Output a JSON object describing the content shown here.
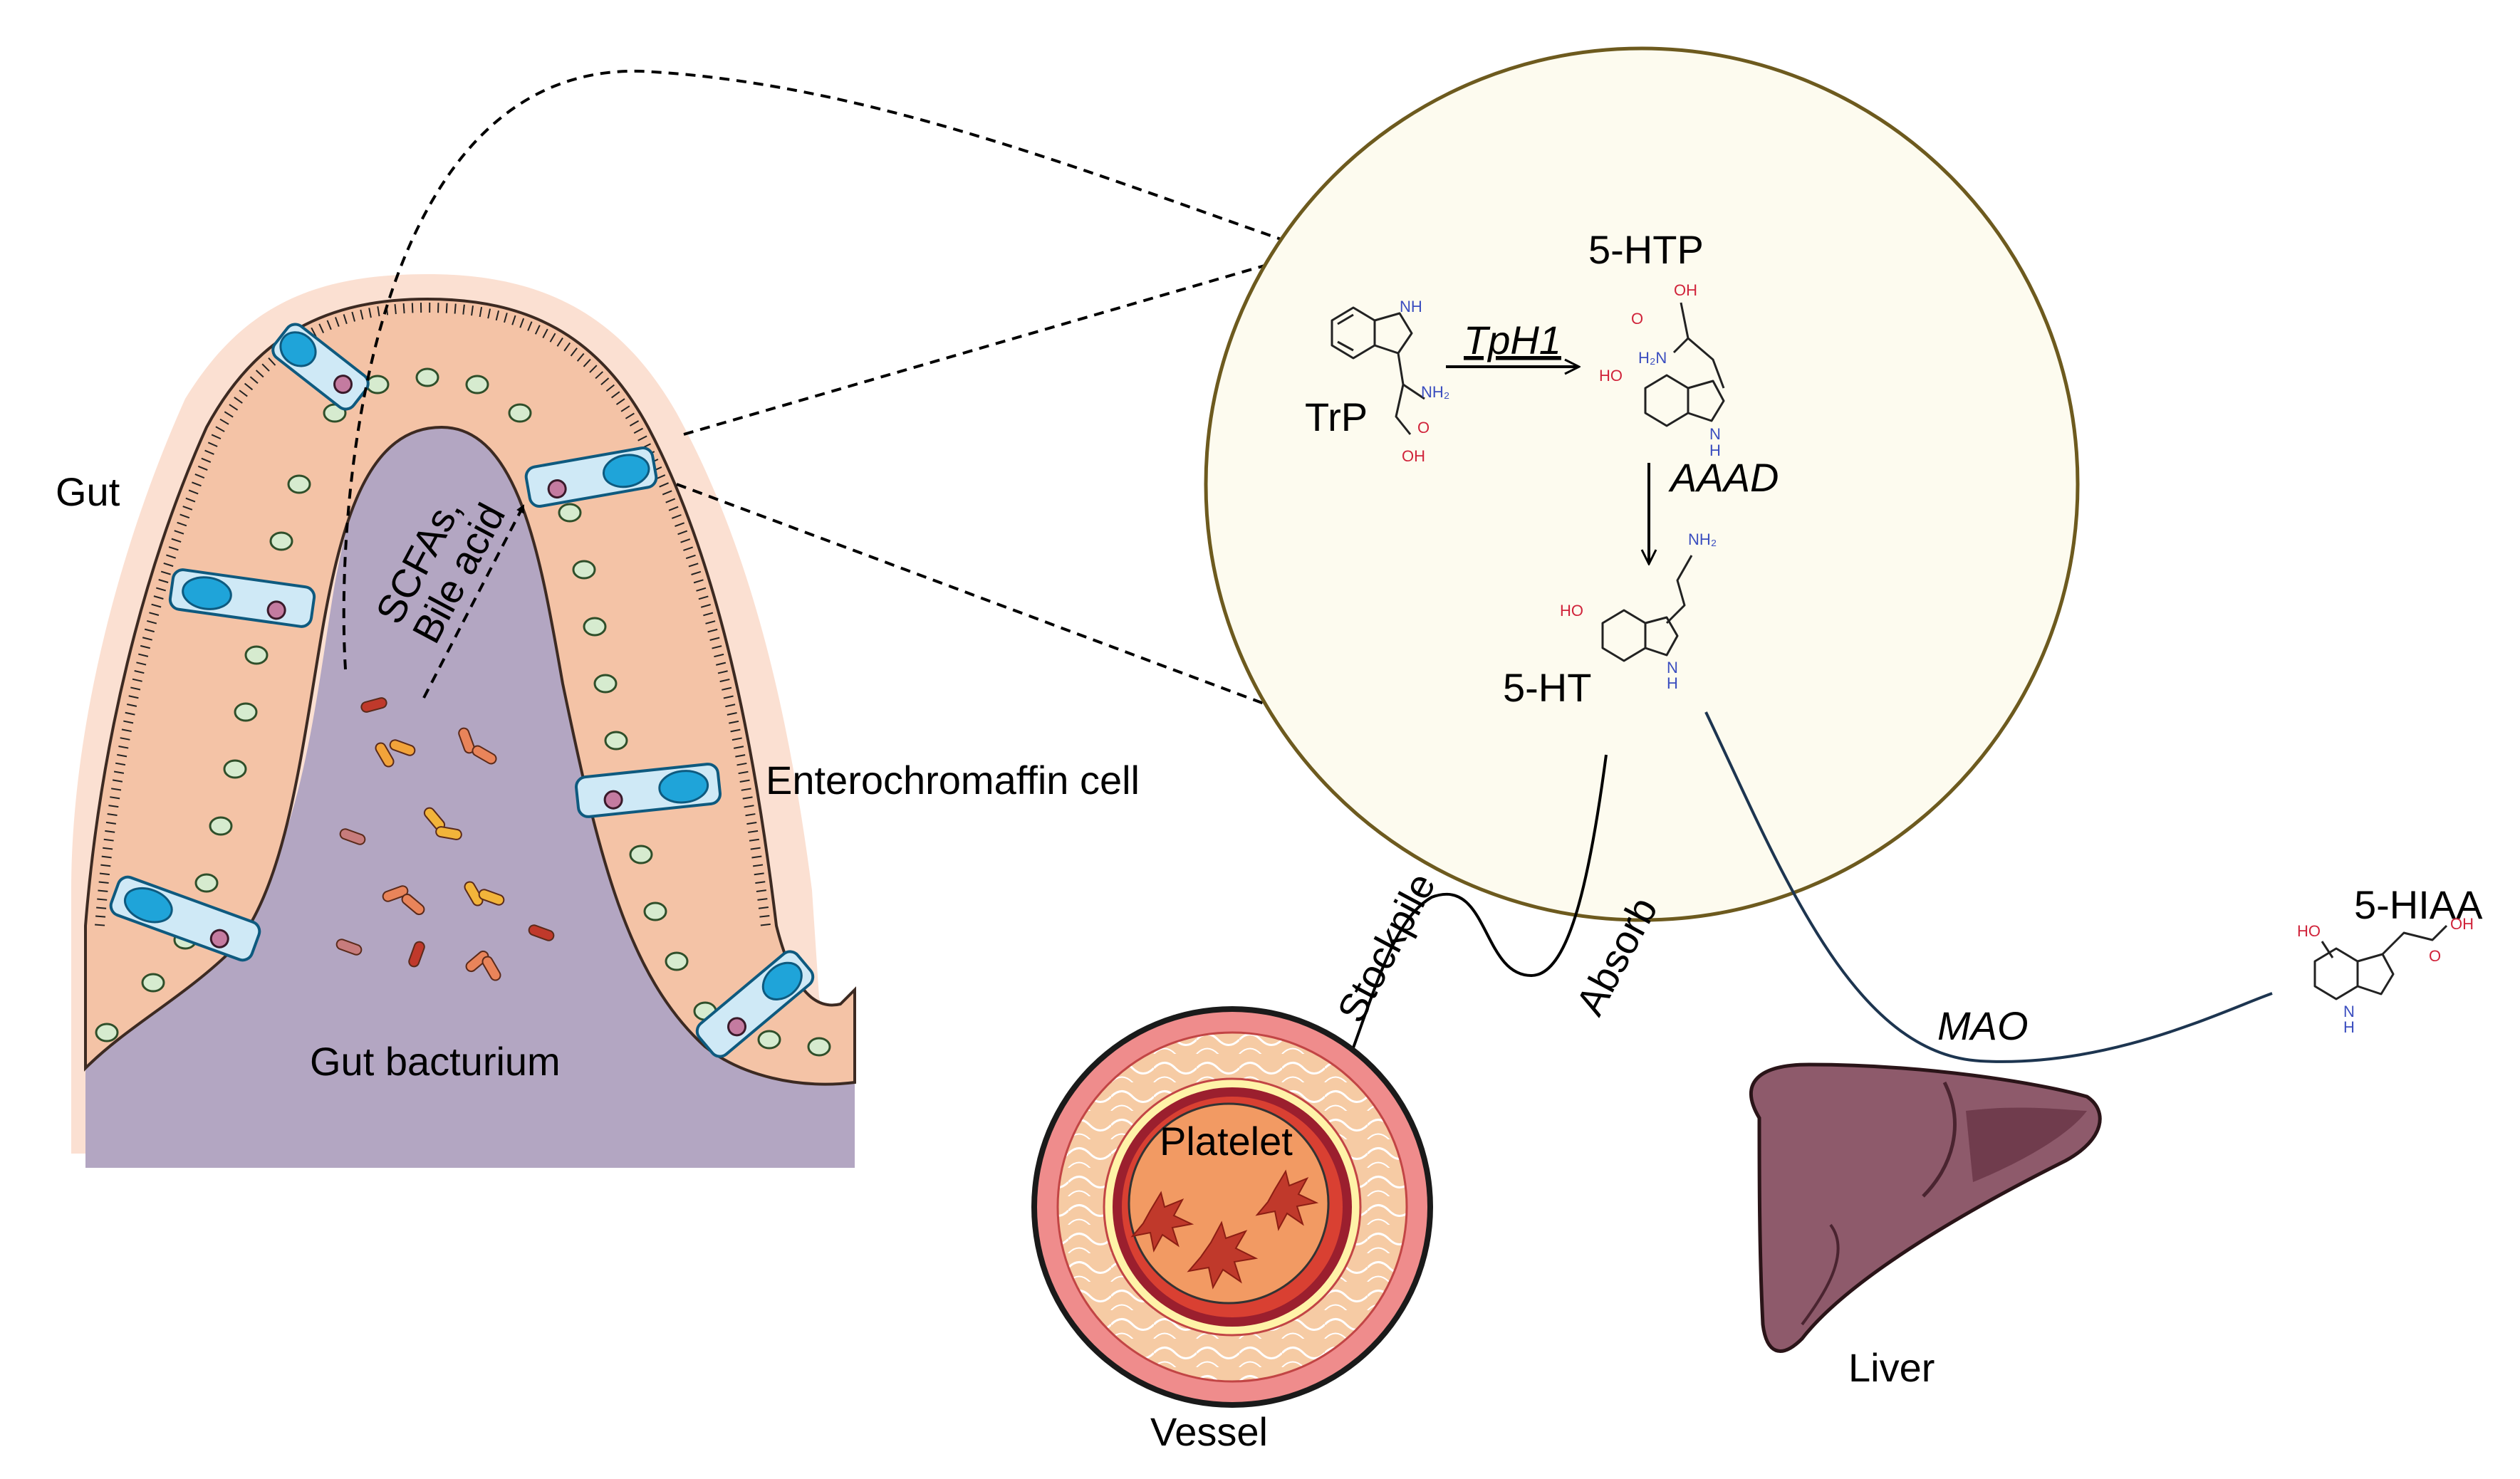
{
  "labels": {
    "gut": "Gut",
    "gut_bacterium": "Gut bacturium",
    "scfas": "SCFAs,",
    "bile_acid": "Bile acid",
    "enterochromaffin": "Enterochromaffin cell",
    "trp": "TrP",
    "tph1": "TpH1",
    "htp": "5-HTP",
    "aaad": "AAAD",
    "ht": "5-HT",
    "stockpile": "Stockpile",
    "absorb": "Absorb",
    "platelet": "Platelet",
    "vessel": "Vessel",
    "liver": "Liver",
    "mao": "MAO",
    "hiaa": "5-HIAA"
  },
  "chem_atoms": {
    "nh": "NH",
    "n": "N",
    "h": "H",
    "nh2": "NH₂",
    "h2n": "H₂N",
    "oh": "OH",
    "ho": "HO",
    "o": "O"
  },
  "colors": {
    "gut_lumen": "#b3a6c2",
    "epithelium": "#f4c3a6",
    "ec_cell": "#1fa4d9",
    "circle_fill": "#fdfbef",
    "circle_stroke": "#6d5a1e",
    "vessel_outer": "#ef8c8c",
    "platelet_core": "#f29a63",
    "liver": "#8e5a6b",
    "mao_curve": "#1d3550"
  },
  "icons": [
    "bacterium-icon",
    "platelet-icon",
    "liver-icon",
    "vessel-icon"
  ]
}
